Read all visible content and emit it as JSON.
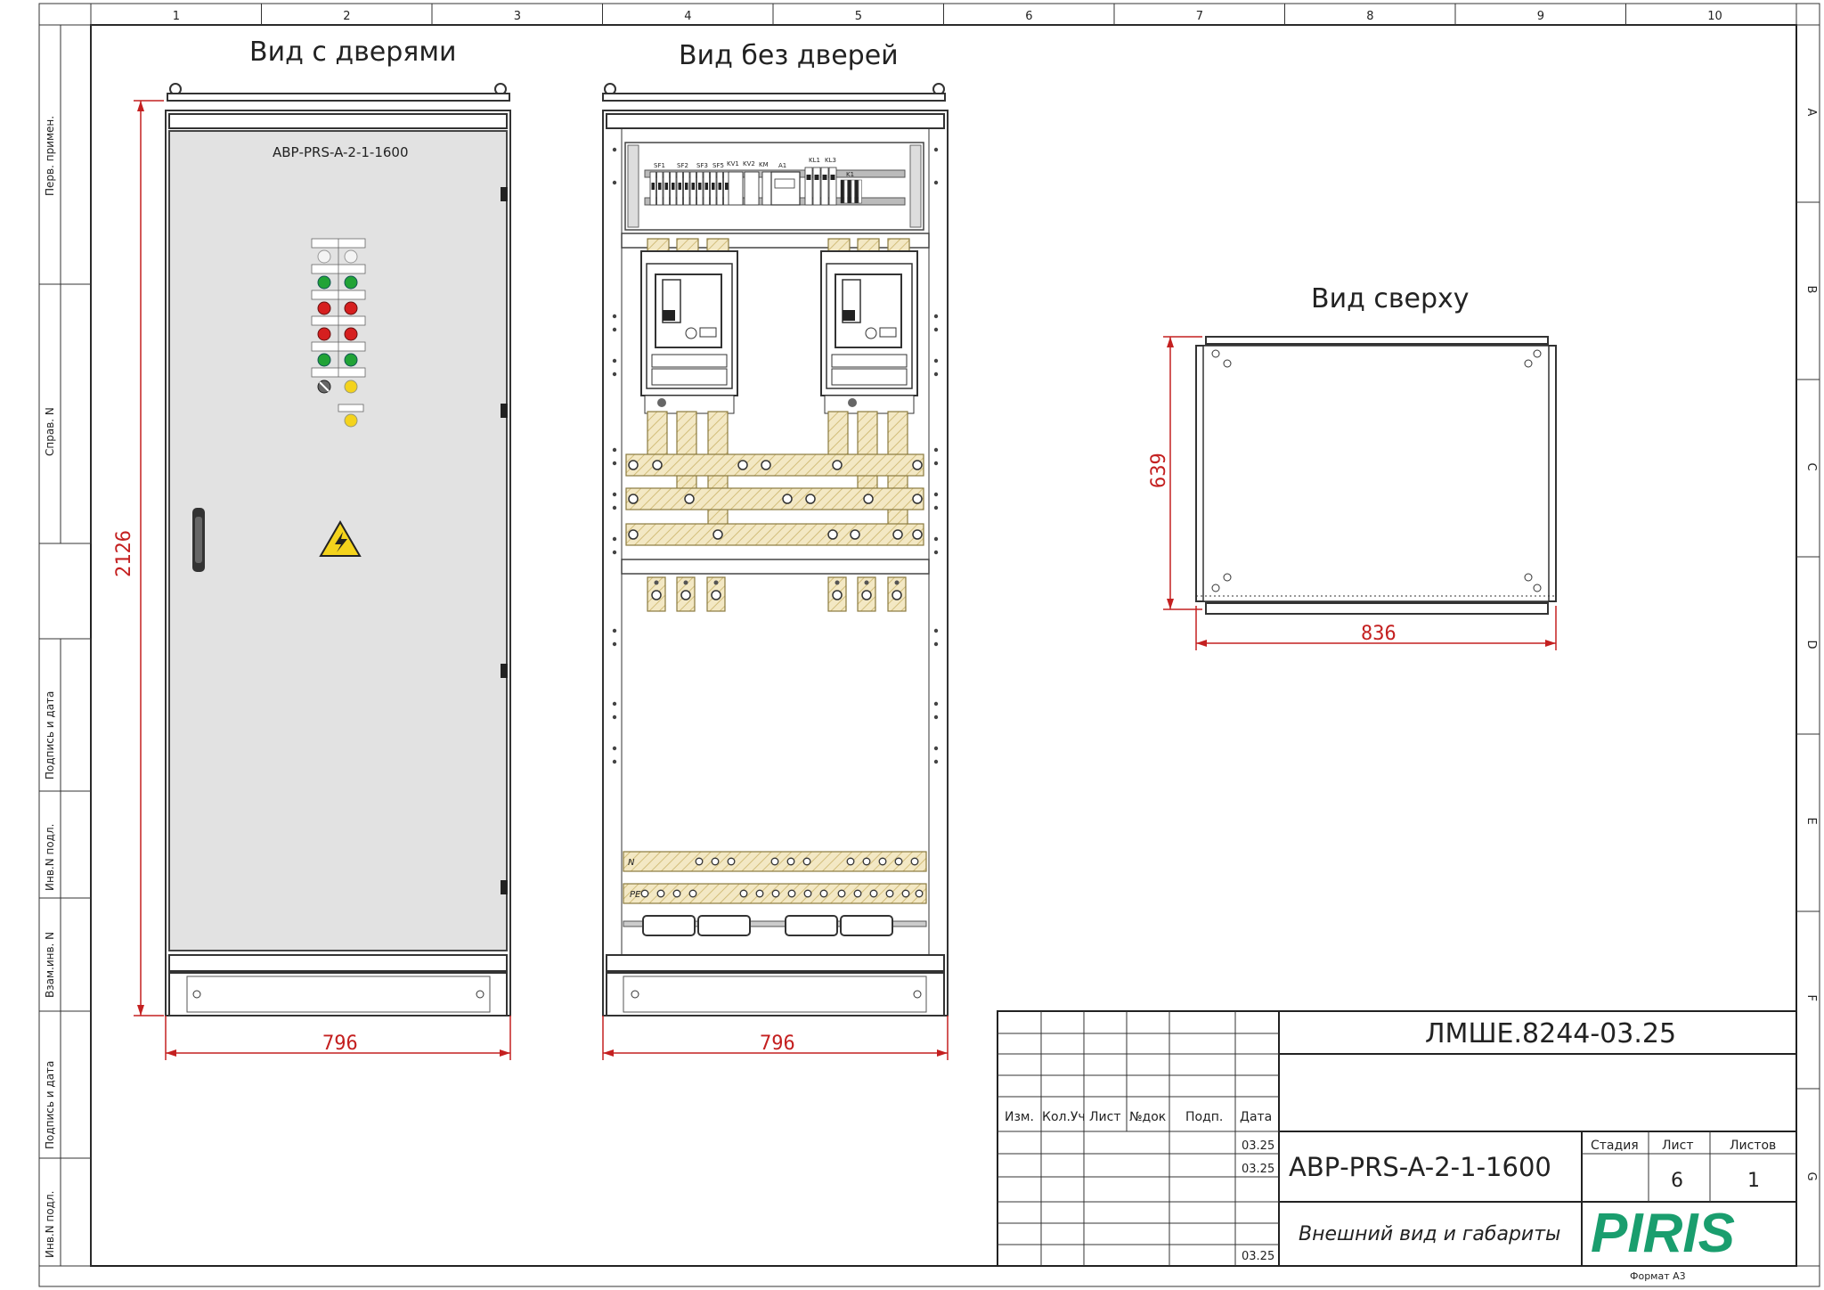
{
  "columns": [
    "1",
    "2",
    "3",
    "4",
    "5",
    "6",
    "7",
    "8",
    "9",
    "10"
  ],
  "rows": [
    "A",
    "B",
    "C",
    "D",
    "E",
    "F",
    "G"
  ],
  "side_labels": [
    "Перв. примен.",
    "Справ. N",
    "Подпись и дата",
    "Инв.N подл.",
    "Взам.инв. N",
    "Подпись и дата",
    "Инв.N подл."
  ],
  "views": {
    "with_doors": "Вид с дверями",
    "without_doors": "Вид без дверей",
    "top": "Вид сверху"
  },
  "door_label": "АВР-PRS-A-2-1-1600",
  "dimensions": {
    "height": "2126",
    "width_front": "796",
    "width_open": "796",
    "depth_top": "639",
    "width_top": "836"
  },
  "components": [
    "SF1",
    "SF2",
    "SF3",
    "SF5",
    "KV1",
    "KV2",
    "KM",
    "A1",
    "KL1",
    "KL3",
    "K1"
  ],
  "busbar_labels": [
    "N",
    "PE"
  ],
  "indicator_colors": {
    "white": "#f4f4f4",
    "green": "#21a336",
    "red": "#d61f1f",
    "yellow": "#f4d31c",
    "dim_red": "#c42020",
    "brand": "#1a9e6e"
  },
  "title_block": {
    "code": "ЛМШЕ.8244-03.25",
    "headers": [
      "Изм.",
      "Кол.Уч",
      "Лист",
      "№док",
      "Подп.",
      "Дата"
    ],
    "dates": [
      "03.25",
      "03.25",
      "03.25"
    ],
    "product": "АВР-PRS-A-2-1-1600",
    "stage_label": "Стадия",
    "sheet_label": "Лист",
    "sheets_label": "Листов",
    "sheet_value": "6",
    "sheets_value": "1",
    "description": "Внешний вид и габариты",
    "logo": "PIRIS",
    "format": "Формат А3"
  }
}
